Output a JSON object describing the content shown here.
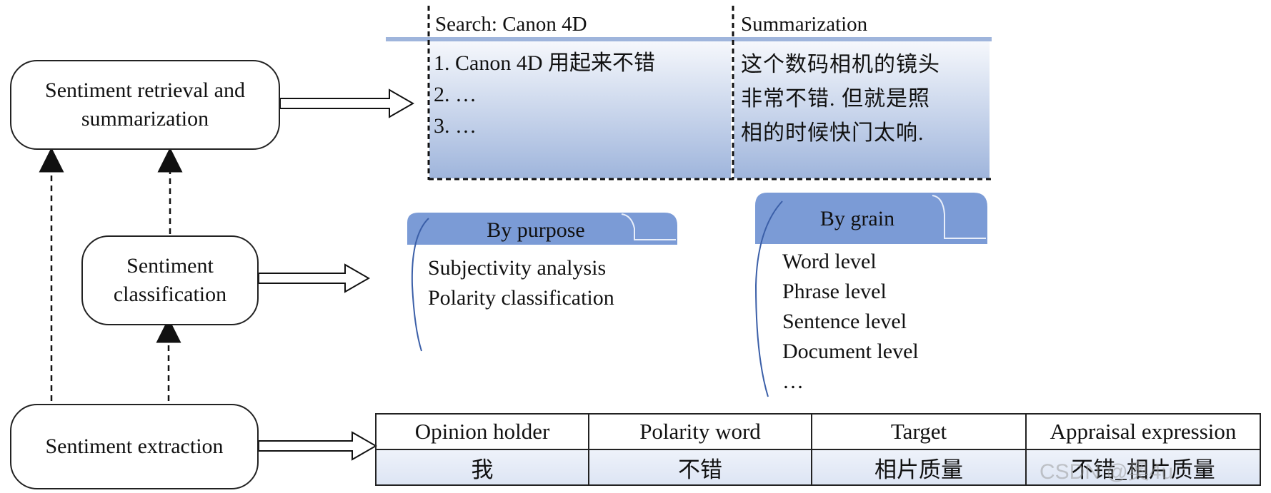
{
  "boxes": {
    "retrieval": "Sentiment retrieval and summarization",
    "classification": "Sentiment classification",
    "extraction": "Sentiment extraction"
  },
  "search_panel": {
    "title": "Search: Canon 4D",
    "items": [
      "1. Canon 4D 用起来不错",
      "2. …",
      "3. …"
    ]
  },
  "summary_panel": {
    "title": "Summarization",
    "lines": [
      "这个数码相机的镜头",
      "非常不错. 但就是照",
      "相的时候快门太响."
    ]
  },
  "purpose_tab": {
    "label": "By purpose",
    "items": [
      "Subjectivity analysis",
      "Polarity classification"
    ]
  },
  "grain_tab": {
    "label": "By grain",
    "items": [
      "Word level",
      "Phrase level",
      "Sentence level",
      "Document level",
      "…"
    ]
  },
  "table": {
    "headers": [
      "Opinion holder",
      "Polarity word",
      "Target",
      "Appraisal expression"
    ],
    "row": [
      "我",
      "不错",
      "相片质量",
      "不错_相片质量"
    ]
  },
  "watermark": "CSDN @奥4u",
  "colors": {
    "panel_gradient_top": "#f4f6fb",
    "panel_gradient_bottom": "#9fb5dc",
    "tab_fill": "#7b9bd6",
    "accent_line": "#9fb5dc"
  }
}
